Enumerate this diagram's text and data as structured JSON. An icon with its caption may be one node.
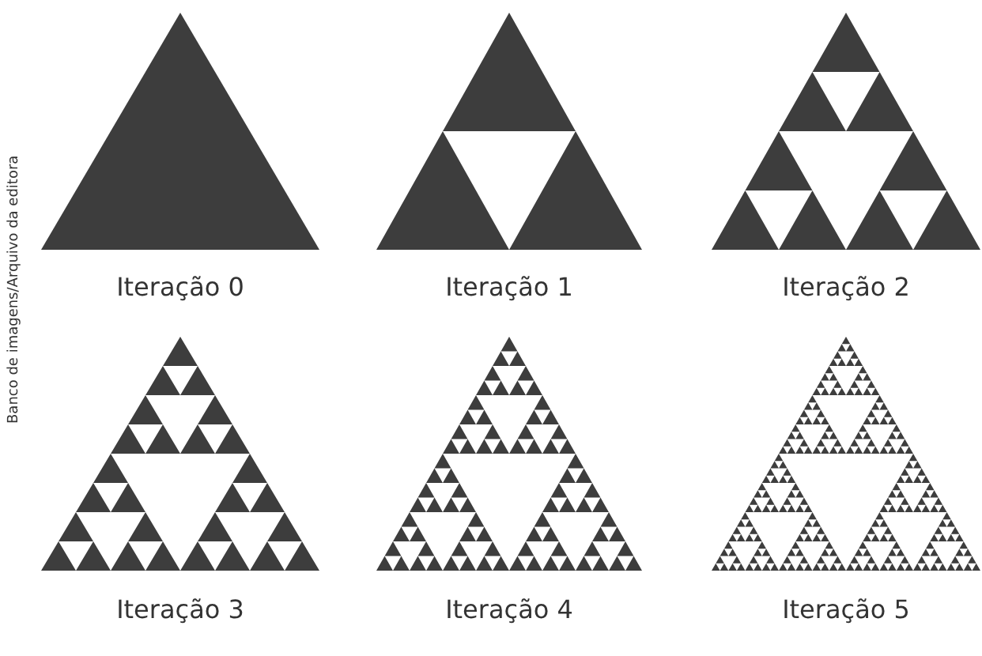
{
  "diagram": {
    "labels": [
      "Banco de imagens/Arquivo da editora",
      "Iteração 0",
      "Iteração 1",
      "Iteração 2",
      "Iteração 3",
      "Iteração 4",
      "Iteração 5"
    ]
  }
}
